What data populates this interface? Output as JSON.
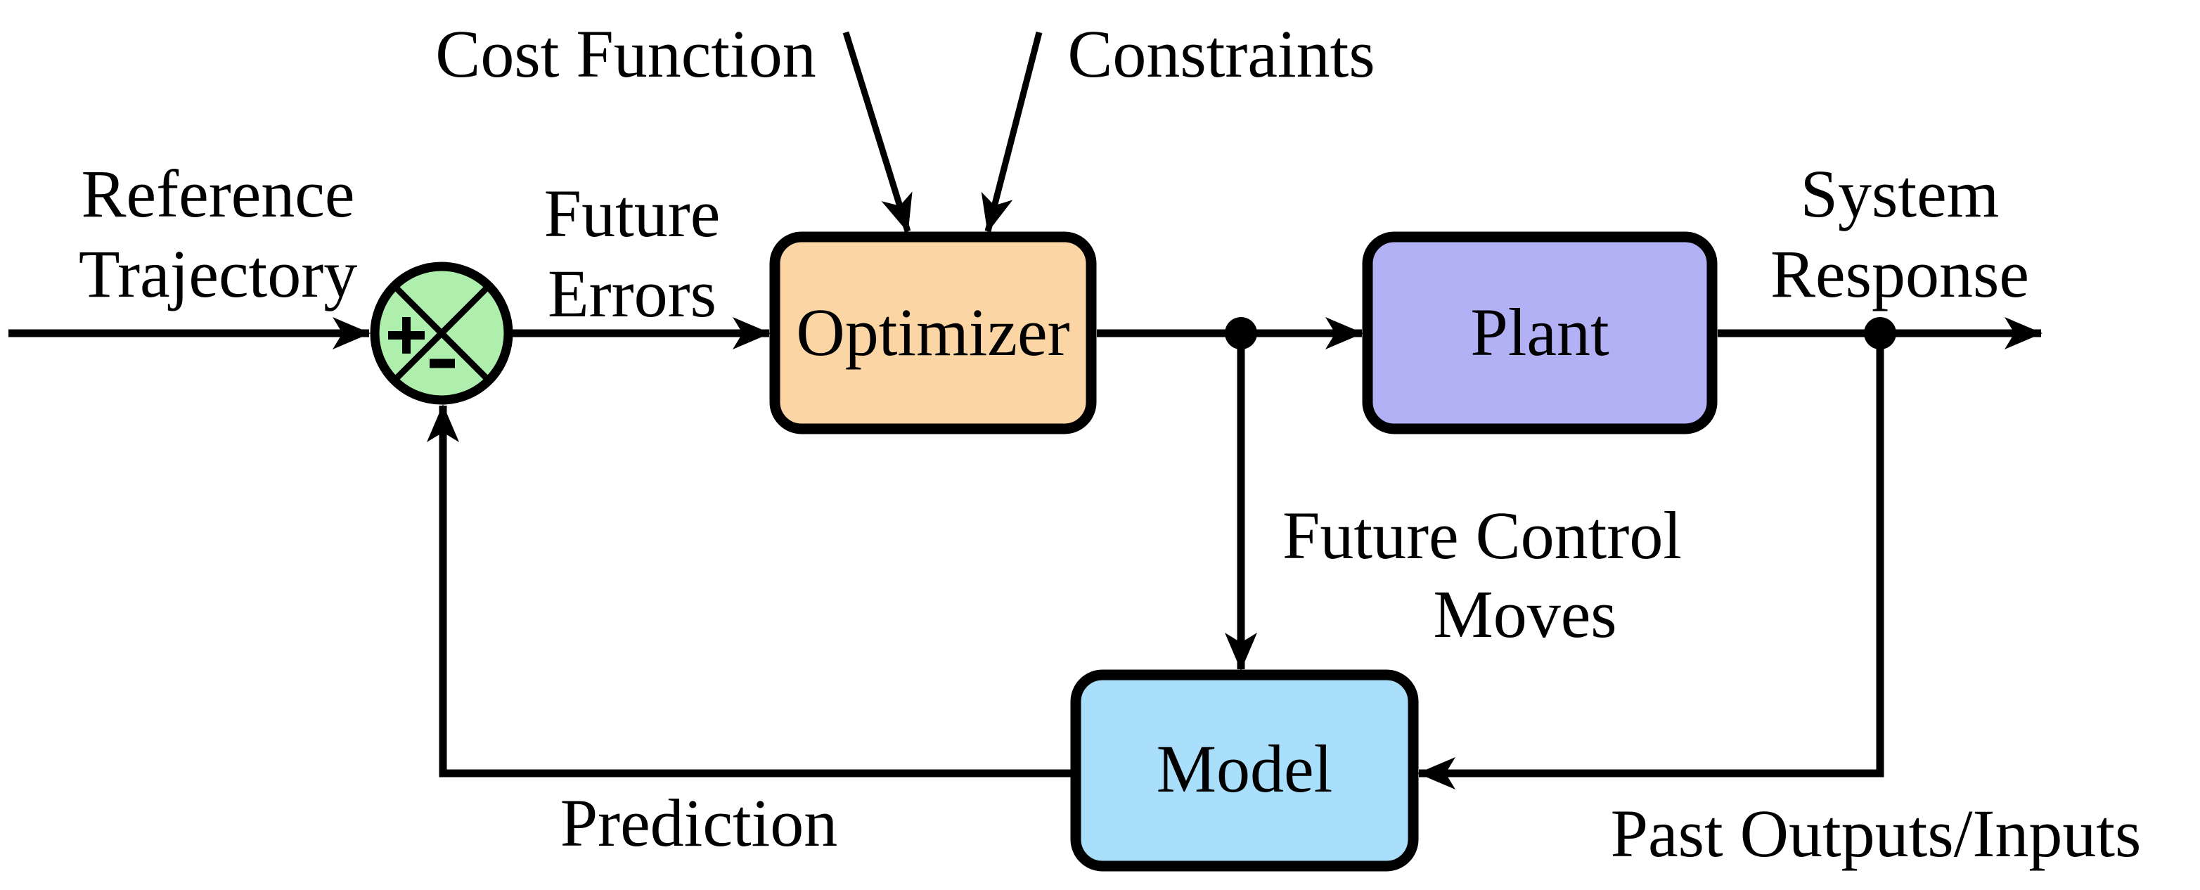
{
  "diagram": {
    "background": "#ffffff",
    "line_color": "#000000",
    "annotations": {
      "cost_function": "Cost Function",
      "constraints": "Constraints",
      "reference_trajectory": [
        "Reference",
        "Trajectory"
      ],
      "future_errors": [
        "Future",
        "Errors"
      ],
      "system_response": [
        "System",
        "Response"
      ],
      "future_control_moves": [
        "Future Control",
        "Moves"
      ],
      "prediction": "Prediction",
      "past_outputs_inputs": "Past Outputs/Inputs"
    },
    "blocks": {
      "optimizer": {
        "label": "Optimizer",
        "fill": "#fcd5a5"
      },
      "plant": {
        "label": "Plant",
        "fill": "#b3b1f5"
      },
      "model": {
        "label": "Model",
        "fill": "#a9dffa"
      }
    },
    "summing_junction": {
      "plus_sign": "+",
      "minus_sign": "-",
      "fill": "#aeefae"
    }
  }
}
